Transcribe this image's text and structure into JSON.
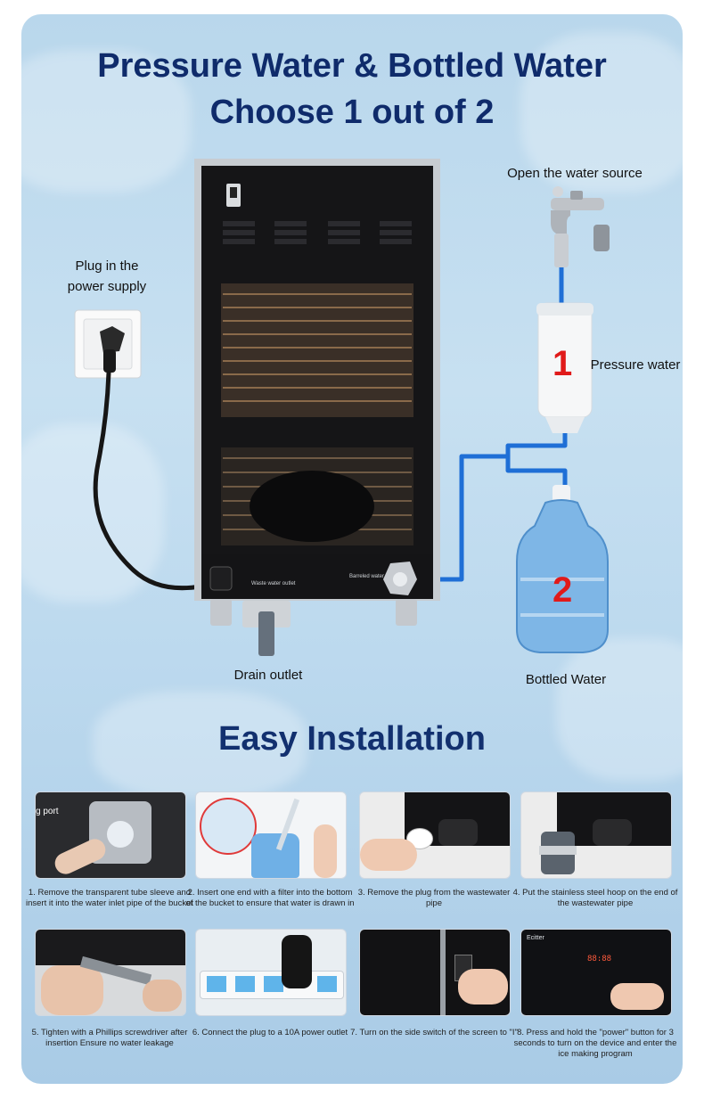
{
  "header": {
    "title_line1": "Pressure Water & Bottled Water",
    "title_line2": "Choose 1 out of 2"
  },
  "diagram": {
    "open_water_source": "Open the water source",
    "plug_in_line1": "Plug in the",
    "plug_in_line2": "power supply",
    "option1_number": "1",
    "option1_label": "Pressure water",
    "option2_number": "2",
    "option2_label": "Bottled Water",
    "drain_outlet": "Drain outlet",
    "panel_text_wastewater": "Waste water outlet",
    "panel_text_barreled": "Barreled water"
  },
  "installation": {
    "title": "Easy Installation",
    "steps": [
      {
        "caption": "1. Remove the transparent tube sleeve and insert it into the water inlet pipe of the bucket",
        "overlay": "g port"
      },
      {
        "caption": "2. Insert one end with a filter into the bottom of the bucket to ensure that water is drawn in"
      },
      {
        "caption": "3. Remove the plug from the wastewater pipe"
      },
      {
        "caption": "4. Put the stainless steel hoop on the end of the wastewater pipe"
      },
      {
        "caption": "5. Tighten with a Phillips screwdriver after insertion Ensure no water leakage"
      },
      {
        "caption": "6. Connect the plug to a 10A power outlet"
      },
      {
        "caption": "7. Turn on the side switch of the screen to \"I\""
      },
      {
        "caption": "8. Press and hold the \"power\" button for 3 seconds to turn on the device and enter the ice making program",
        "display": "88:88",
        "brand": "Ecitter"
      }
    ]
  },
  "colors": {
    "title": "#0f2b6b",
    "number": "#e01a1a",
    "water_pipe": "#1f6fd6",
    "machine_body": "#151517"
  }
}
